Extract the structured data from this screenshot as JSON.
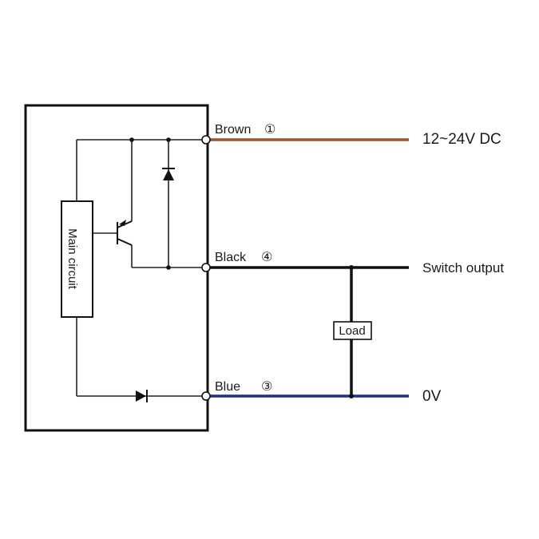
{
  "diagram": {
    "main_circuit_label": "Main circuit",
    "load_label": "Load",
    "wires": {
      "brown": {
        "label": "Brown",
        "pin": "①",
        "signal": "12~24V DC",
        "color": "#a0522d"
      },
      "black": {
        "label": "Black",
        "pin": "④",
        "signal": "Switch output",
        "color": "#111111"
      },
      "blue": {
        "label": "Blue",
        "pin": "③",
        "signal": "0V",
        "color": "#1f2f8f"
      }
    },
    "inner_line_color": "#777777"
  }
}
